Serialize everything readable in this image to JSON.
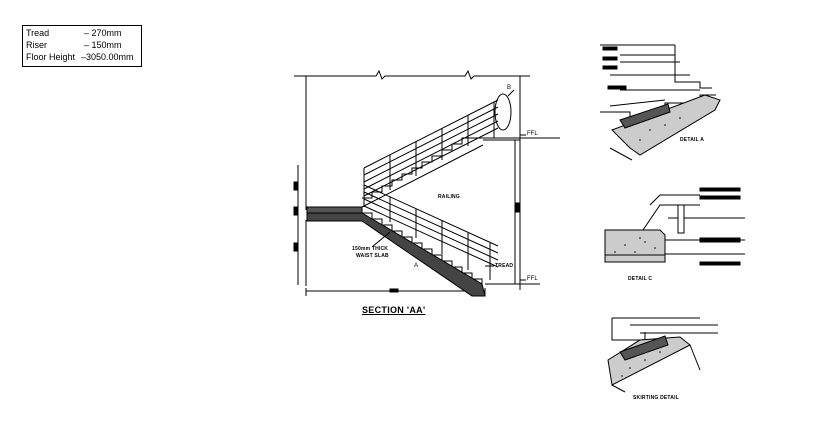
{
  "specs": [
    {
      "label": "Tread",
      "value": "– 270mm"
    },
    {
      "label": "Riser",
      "value": "– 150mm"
    },
    {
      "label": "Floor Height",
      "value": "–3050.00mm"
    }
  ],
  "section": {
    "title": "SECTION 'AA'",
    "railing_label": "RAILING",
    "slab_label_line1": "150mm THICK",
    "slab_label_line2": "WAIST SLAB",
    "tread_label": "TREAD",
    "ffl_top": "FFL",
    "ffl_bottom": "FFL",
    "marker_a": "A",
    "marker_b": "B"
  },
  "details": {
    "a_title": "DETAIL A",
    "b_title": "DETAIL C",
    "c_title": "SKIRTING DETAIL"
  }
}
